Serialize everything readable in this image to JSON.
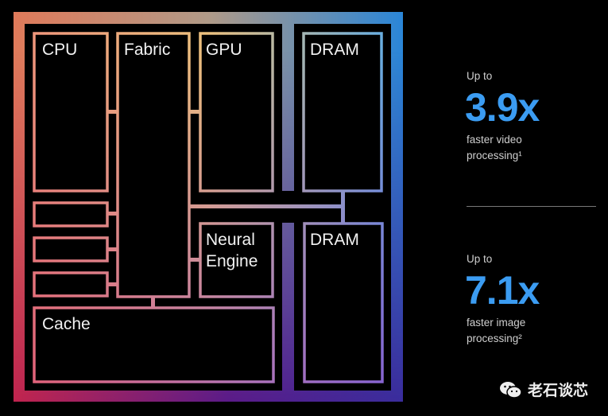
{
  "diagram": {
    "blocks": {
      "cpu": "CPU",
      "fabric": "Fabric",
      "gpu": "GPU",
      "dram_top": "DRAM",
      "neural_line1": "Neural",
      "neural_line2": "Engine",
      "dram_bottom": "DRAM",
      "cache": "Cache"
    },
    "colors": {
      "frame_tl": "#e07a5a",
      "frame_tr": "#2a86d8",
      "frame_bl": "#c0244e",
      "frame_br": "#3a2c9c",
      "stat_blue": "#3b9cf2"
    }
  },
  "stats": [
    {
      "prefix": "Up to",
      "value": "3.9x",
      "desc_line1": "faster video",
      "desc_line2": "processing¹"
    },
    {
      "prefix": "Up to",
      "value": "7.1x",
      "desc_line1": "faster image",
      "desc_line2": "processing²"
    }
  ],
  "watermark": {
    "text": "老石谈芯",
    "icon": "wechat-icon"
  }
}
